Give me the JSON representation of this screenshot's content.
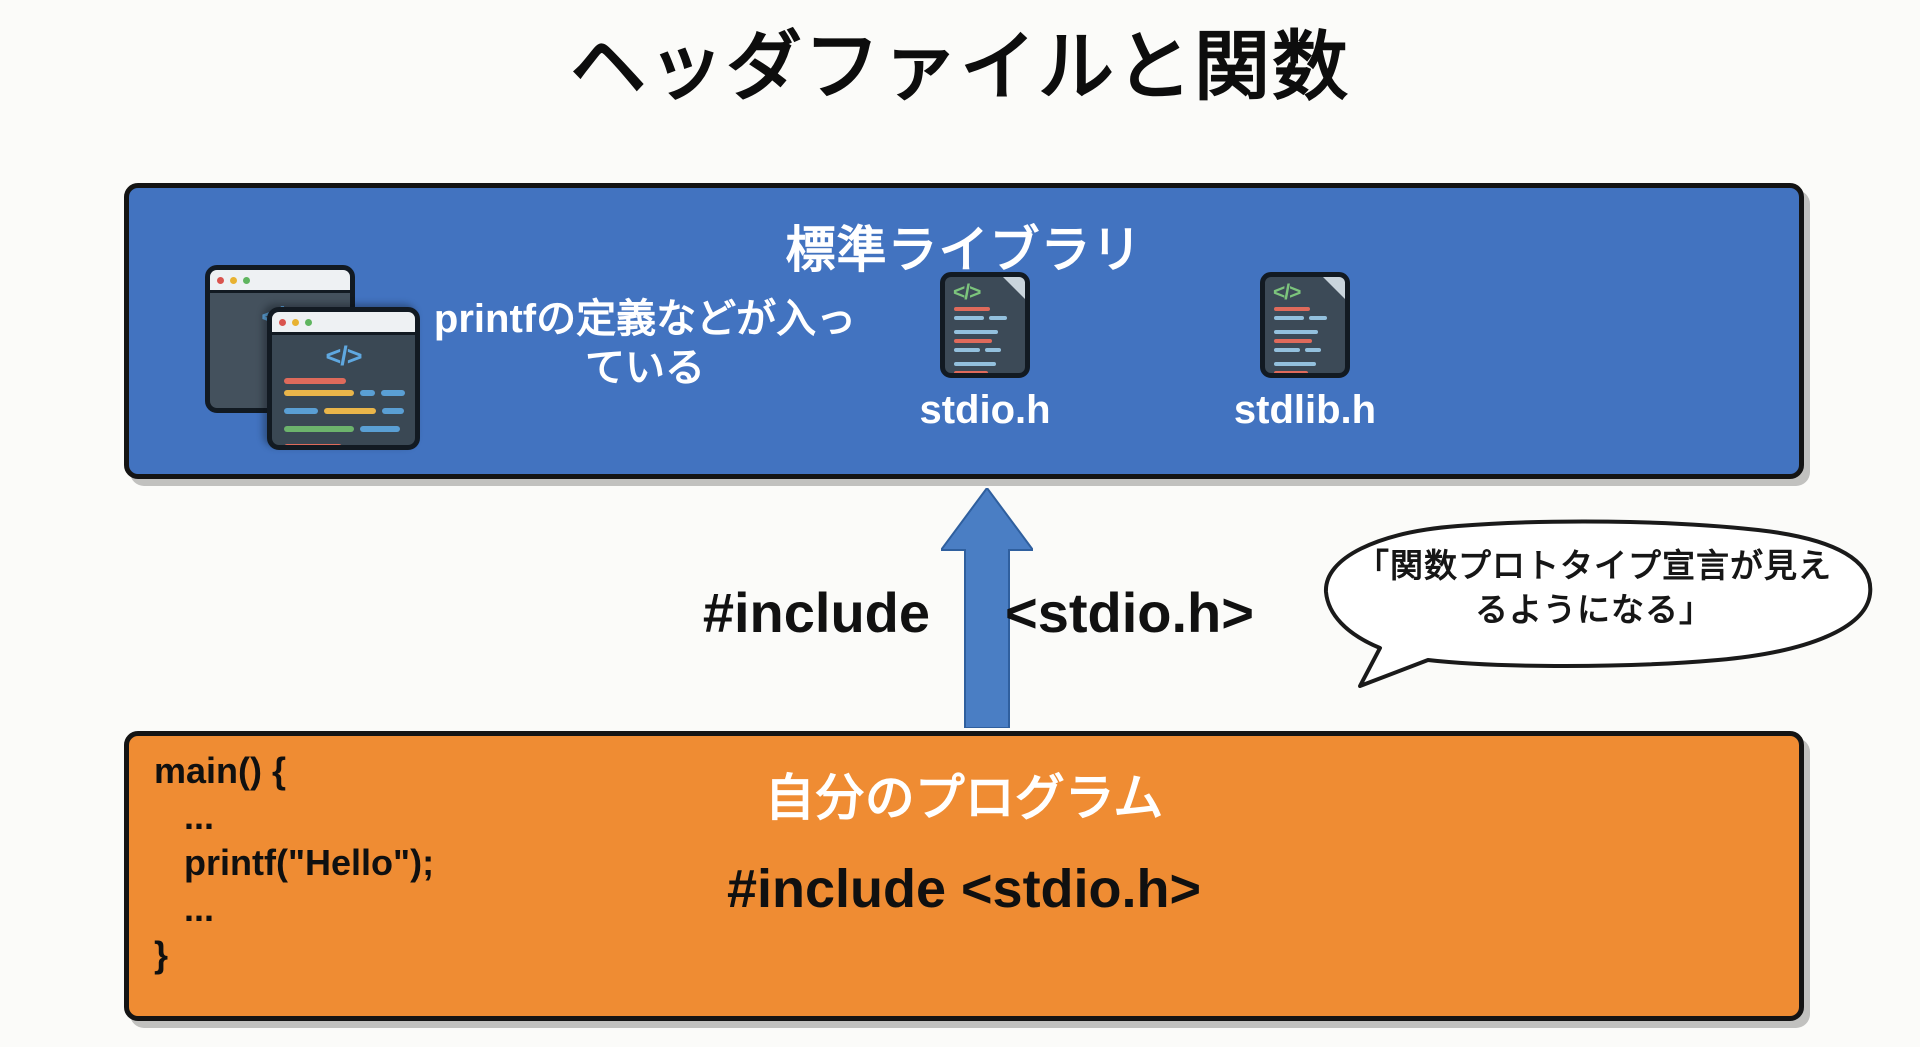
{
  "slide": {
    "title": "ヘッダファイルと関数"
  },
  "library": {
    "heading": "標準ライブラリ",
    "note": "printfの定義などが入っている",
    "accent_color": "#4273c0",
    "header_files": [
      {
        "label": "stdio.h",
        "icon": "code-file-icon"
      },
      {
        "label": "stdlib.h",
        "icon": "code-file-icon"
      }
    ],
    "code_windows_icon": "code-window-stack-icon"
  },
  "connector": {
    "arrow_icon": "up-arrow-icon",
    "arrow_color": "#4a7ec4",
    "left_text": "#include",
    "right_text": "<stdio.h>"
  },
  "speech_bubble": {
    "text": "「関数プロトタイプ宣言が見えるようになる」",
    "icon": "speech-bubble-icon"
  },
  "program": {
    "heading": "自分のプログラム",
    "include_line": "#include <stdio.h>",
    "accent_color": "#ef8c33",
    "code": "main() {\n   ...\n   printf(\"Hello\");\n   ...\n}"
  }
}
